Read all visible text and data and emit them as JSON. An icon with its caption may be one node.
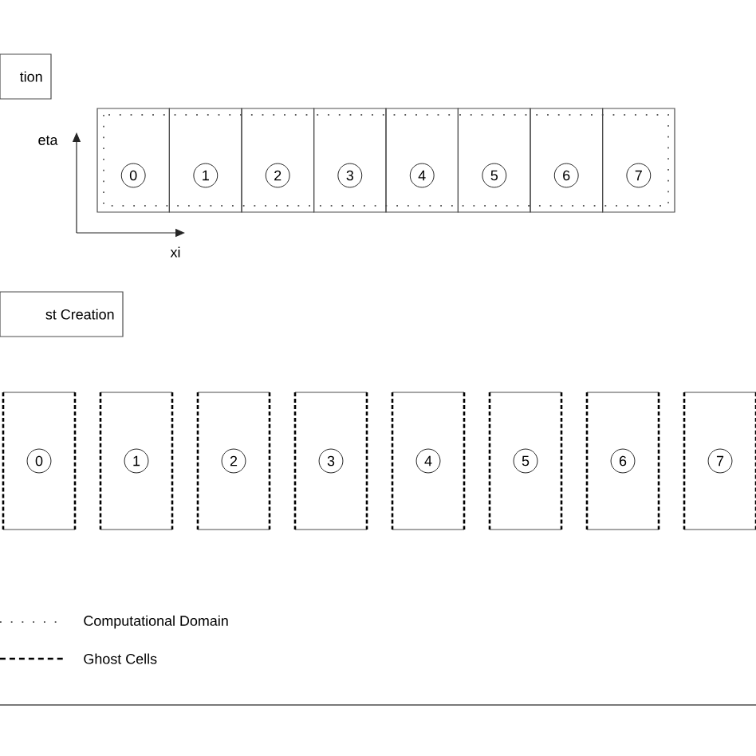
{
  "diagram": {
    "nodes": [
      {
        "text": [
          "tion"
        ]
      },
      {
        "text": [
          "0"
        ]
      },
      {
        "text": [
          "1"
        ]
      },
      {
        "text": [
          "2"
        ]
      },
      {
        "text": [
          "3"
        ]
      },
      {
        "text": [
          "4"
        ]
      },
      {
        "text": [
          "5"
        ]
      },
      {
        "text": [
          "6"
        ]
      },
      {
        "text": [
          "7"
        ]
      },
      {
        "text": [
          "st Creation"
        ]
      },
      {
        "text": [
          "0"
        ]
      },
      {
        "text": [
          "1"
        ]
      },
      {
        "text": [
          "2"
        ]
      },
      {
        "text": [
          "3"
        ]
      },
      {
        "text": [
          "4"
        ]
      },
      {
        "text": [
          "5"
        ]
      },
      {
        "text": [
          "6"
        ]
      },
      {
        "text": [
          "7"
        ]
      }
    ],
    "labels": [
      "eta",
      "xi"
    ],
    "legend": [
      {
        "text": "Computational Domain"
      },
      {
        "text": "Ghost Cells"
      }
    ]
  }
}
